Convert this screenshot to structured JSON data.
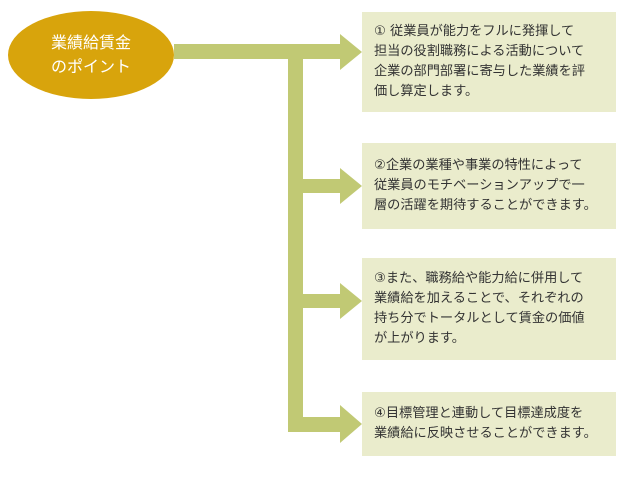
{
  "colors": {
    "oval": "#d8a40c",
    "connector": "#c1c974",
    "box": "#eaeccc",
    "text": "#333333"
  },
  "title": {
    "line1": "業績給賃金",
    "line2": "のポイント"
  },
  "points": [
    {
      "lines": [
        "① 従業員が能力をフルに発揮して",
        "担当の役割職務による活動について",
        "企業の部門部署に寄与した業績を評",
        "価し算定します。"
      ]
    },
    {
      "lines": [
        "②企業の業種や事業の特性によって",
        "従業員のモチベーションアップで一",
        "層の活躍を期待することができます。"
      ]
    },
    {
      "lines": [
        "③また、職務給や能力給に併用して",
        "業績給を加えることで、それぞれの",
        "持ち分でトータルとして賃金の価値",
        "が上がります。"
      ]
    },
    {
      "lines": [
        "④目標管理と連動して目標達成度を",
        "業績給に反映させることができます。"
      ]
    }
  ]
}
